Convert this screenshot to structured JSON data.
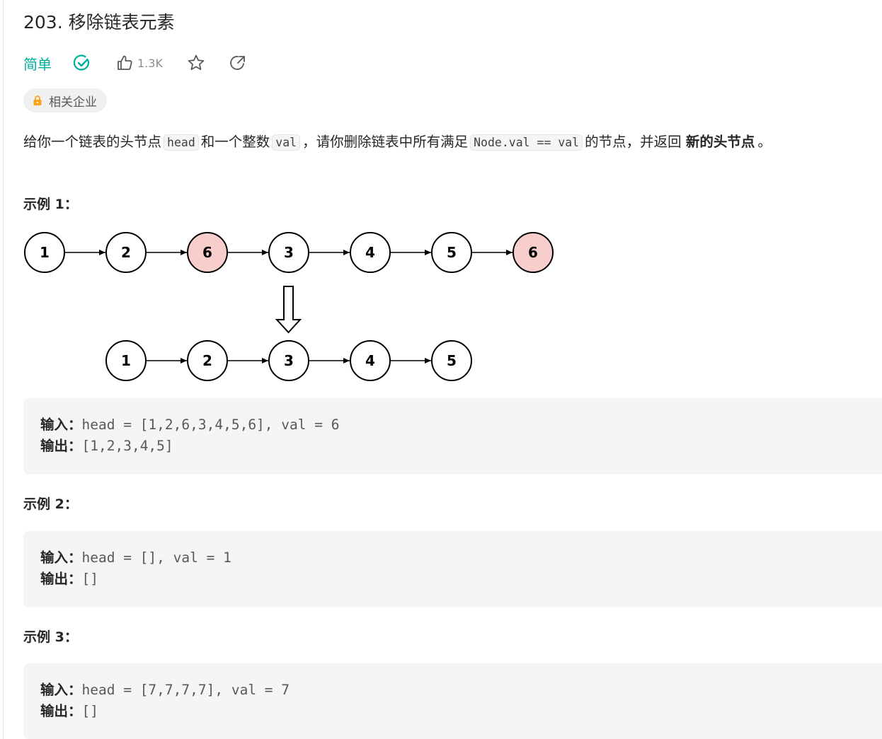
{
  "problem": {
    "title": "203. 移除链表元素",
    "difficulty": "简单",
    "likes": "1.3K",
    "company_tag": "相关企业"
  },
  "icons": {
    "solved": "check-circle-icon",
    "like": "thumbs-up-icon",
    "favorite": "star-icon",
    "share": "share-icon",
    "lock": "lock-icon"
  },
  "colors": {
    "difficulty": "#00af9b",
    "removed_node": "#f8cecc",
    "lock": "#ffa116"
  },
  "description": {
    "p1": "给你一个链表的头节点",
    "code1": "head",
    "p2": "和一个整数",
    "code2": "val",
    "p3": "，请你删除链表中所有满足",
    "code3": "Node.val == val",
    "p4": "的节点，并返回",
    "bold": "新的头节点",
    "p5": "。"
  },
  "diagram": {
    "before": [
      "1",
      "2",
      "6",
      "3",
      "4",
      "5",
      "6"
    ],
    "removed_indices": [
      2,
      6
    ],
    "after": [
      "1",
      "2",
      "3",
      "4",
      "5"
    ]
  },
  "examples": [
    {
      "title": "示例 1：",
      "input_label": "输入：",
      "input": "head = [1,2,6,3,4,5,6], val = 6",
      "output_label": "输出：",
      "output": "[1,2,3,4,5]"
    },
    {
      "title": "示例 2：",
      "input_label": "输入：",
      "input": "head = [], val = 1",
      "output_label": "输出：",
      "output": "[]"
    },
    {
      "title": "示例 3：",
      "input_label": "输入：",
      "input": "head = [7,7,7,7], val = 7",
      "output_label": "输出：",
      "output": "[]"
    }
  ]
}
